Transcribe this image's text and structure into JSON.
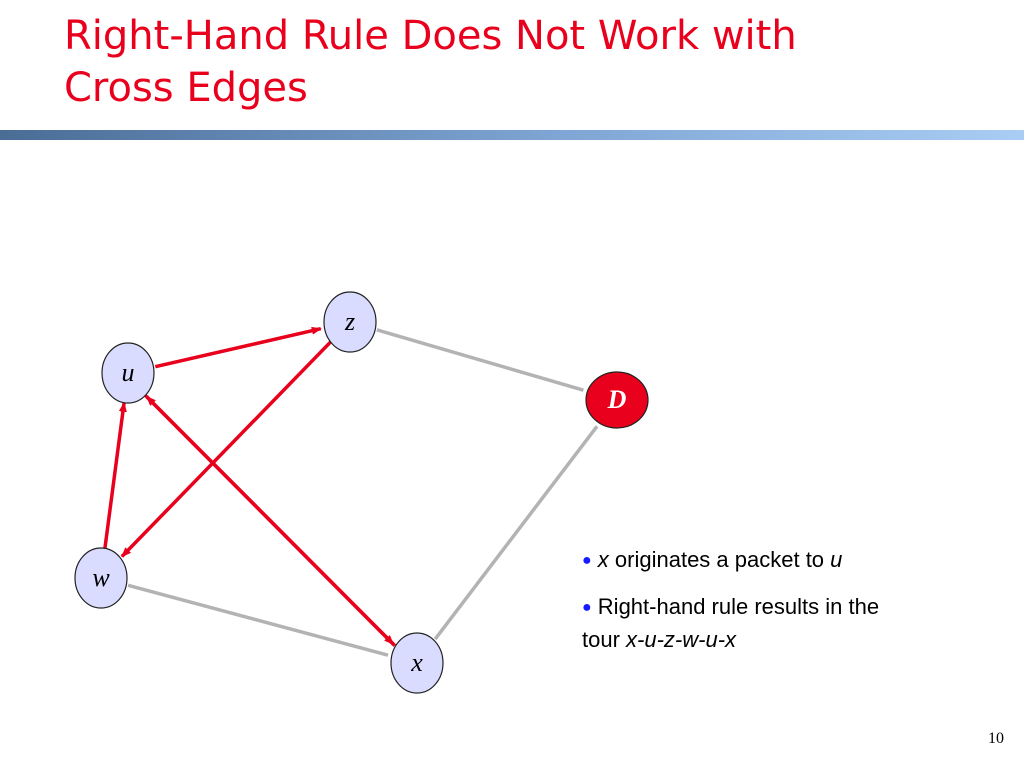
{
  "slide": {
    "title_line1": "Right-Hand Rule Does Not Work with",
    "title_line2": "Cross Edges",
    "page_number": "10"
  },
  "nodes": [
    {
      "id": "z",
      "label": "z",
      "type": "normal"
    },
    {
      "id": "u",
      "label": "u",
      "type": "normal"
    },
    {
      "id": "D",
      "label": "D",
      "type": "destination"
    },
    {
      "id": "w",
      "label": "w",
      "type": "normal"
    },
    {
      "id": "x",
      "label": "x",
      "type": "normal"
    }
  ],
  "edges": [
    {
      "from": "z",
      "to": "D",
      "kind": "plain"
    },
    {
      "from": "D",
      "to": "x",
      "kind": "plain"
    },
    {
      "from": "w",
      "to": "x",
      "kind": "plain"
    },
    {
      "from": "u",
      "to": "z",
      "kind": "tour"
    },
    {
      "from": "z",
      "to": "w",
      "kind": "tour"
    },
    {
      "from": "w",
      "to": "u",
      "kind": "tour"
    },
    {
      "from": "x",
      "to": "u",
      "kind": "tour"
    },
    {
      "from": "u",
      "to": "x",
      "kind": "tour"
    }
  ],
  "bullets": {
    "b1": {
      "x": "x",
      "text": " originates a packet to ",
      "u": "u"
    },
    "b2": {
      "text": "Right-hand rule results in the",
      "tour_prefix": "tour ",
      "tour": "x-u-z-w-u-x"
    }
  },
  "colors": {
    "title": "#e8001c",
    "tour_edge": "#e8001c",
    "plain_edge": "#b3b3b3",
    "node_fill": "#d9dcff",
    "dest_fill": "#e8001c",
    "bullet": "#1a1aff"
  },
  "icons": {
    "bullet": "filled-circle"
  }
}
